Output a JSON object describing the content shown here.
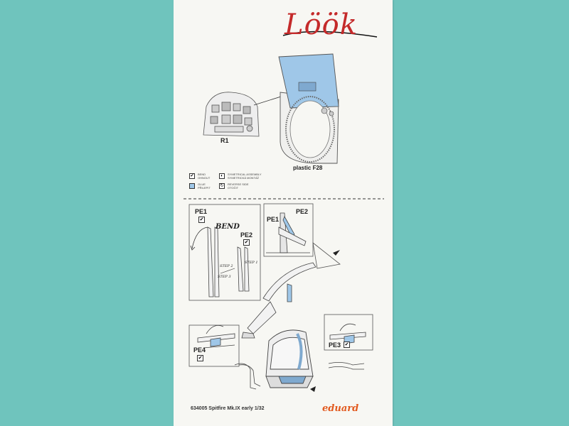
{
  "logo": "Löök",
  "parts": {
    "r1": "R1",
    "plastic": "plastic F28"
  },
  "legend": [
    {
      "icon": "bend-icon",
      "glyph": "✔",
      "text": "BEND\nOHNOUT"
    },
    {
      "icon": "glue-icon",
      "glyph": "",
      "text": "GLUE\nPŘILEPIT"
    },
    {
      "icon": "symmetrical-icon",
      "glyph": "◐",
      "text": "SYMETRICAL ASSEMBLY\nSYMETRICKÁ MONTÁŽ"
    },
    {
      "icon": "reverse-icon",
      "glyph": "↻",
      "text": "REVERSE SIDE\nOTOČIT"
    }
  ],
  "labels": {
    "pe1": "PE1",
    "pe2": "PE2",
    "pe3": "PE3",
    "pe4": "PE4",
    "bend": "BEND",
    "step1": "STEP 1",
    "step2": "STEP 2",
    "step3": "STEP 3",
    "check": "✔"
  },
  "footer": {
    "text": "634005 Spitfire Mk.IX early  1/32",
    "brand": "eduard"
  },
  "colors": {
    "background": "#6fc4bd",
    "paper": "#f7f7f3",
    "blue": "#9fc7e8",
    "logo": "#c42a2a",
    "brand": "#e25a1f"
  }
}
